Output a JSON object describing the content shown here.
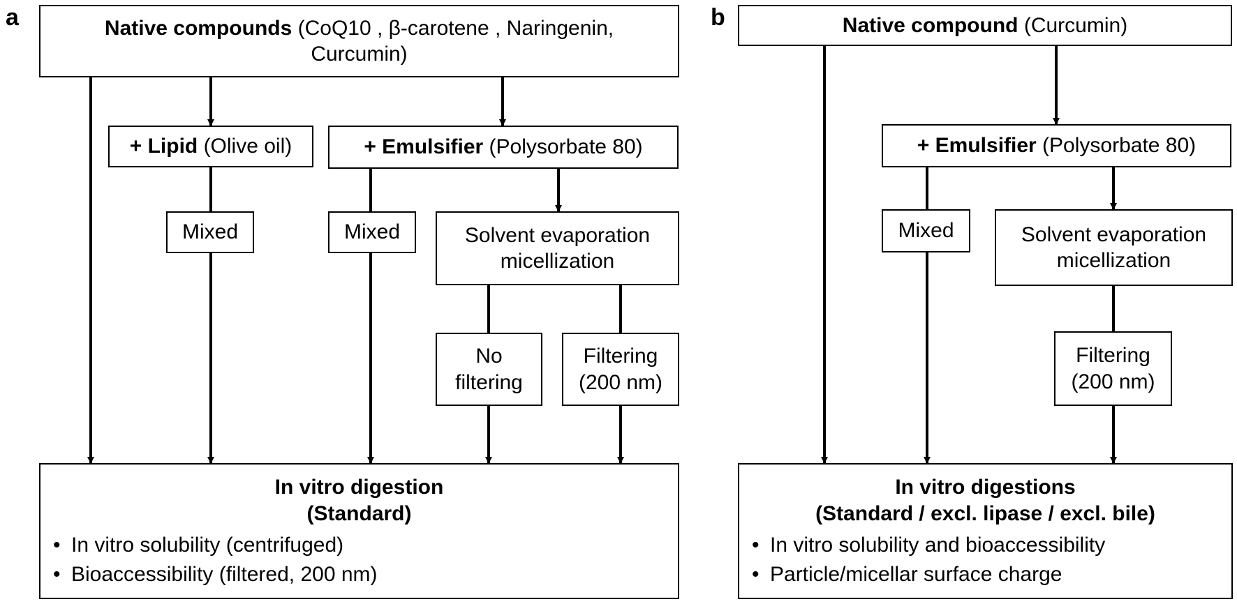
{
  "panels": [
    {
      "label": "a",
      "native": {
        "bold": "Native compounds",
        "rest": " (CoQ10 , β-carotene , Naringenin,",
        "line2": "Curcumin)"
      },
      "lipid": {
        "bold": "+ Lipid",
        "rest": " (Olive oil)"
      },
      "emulsifier": {
        "bold": "+ Emulsifier",
        "rest": " (Polysorbate 80)"
      },
      "mixed_lipid": "Mixed",
      "mixed_emul": "Mixed",
      "solvent": {
        "line1": "Solvent evaporation",
        "line2": "micellization"
      },
      "no_filtering": {
        "line1": "No",
        "line2": "filtering"
      },
      "filtering": {
        "line1": "Filtering",
        "line2": "(200 nm)"
      },
      "digestion": {
        "title1": "In vitro digestion",
        "title2": "(Standard)",
        "bullets": [
          "In vitro solubility (centrifuged)",
          "Bioaccessibility (filtered, 200 nm)"
        ]
      }
    },
    {
      "label": "b",
      "native": {
        "bold": "Native compound",
        "rest": " (Curcumin)"
      },
      "emulsifier": {
        "bold": "+ Emulsifier",
        "rest": " (Polysorbate 80)"
      },
      "mixed": "Mixed",
      "solvent": {
        "line1": "Solvent evaporation",
        "line2": "micellization"
      },
      "filtering": {
        "line1": "Filtering",
        "line2": "(200 nm)"
      },
      "digestion": {
        "title1": "In vitro digestions",
        "title2": "(Standard / excl. lipase / excl. bile)",
        "bullets": [
          "In vitro solubility and bioaccessibility",
          "Particle/micellar surface charge"
        ]
      }
    }
  ]
}
